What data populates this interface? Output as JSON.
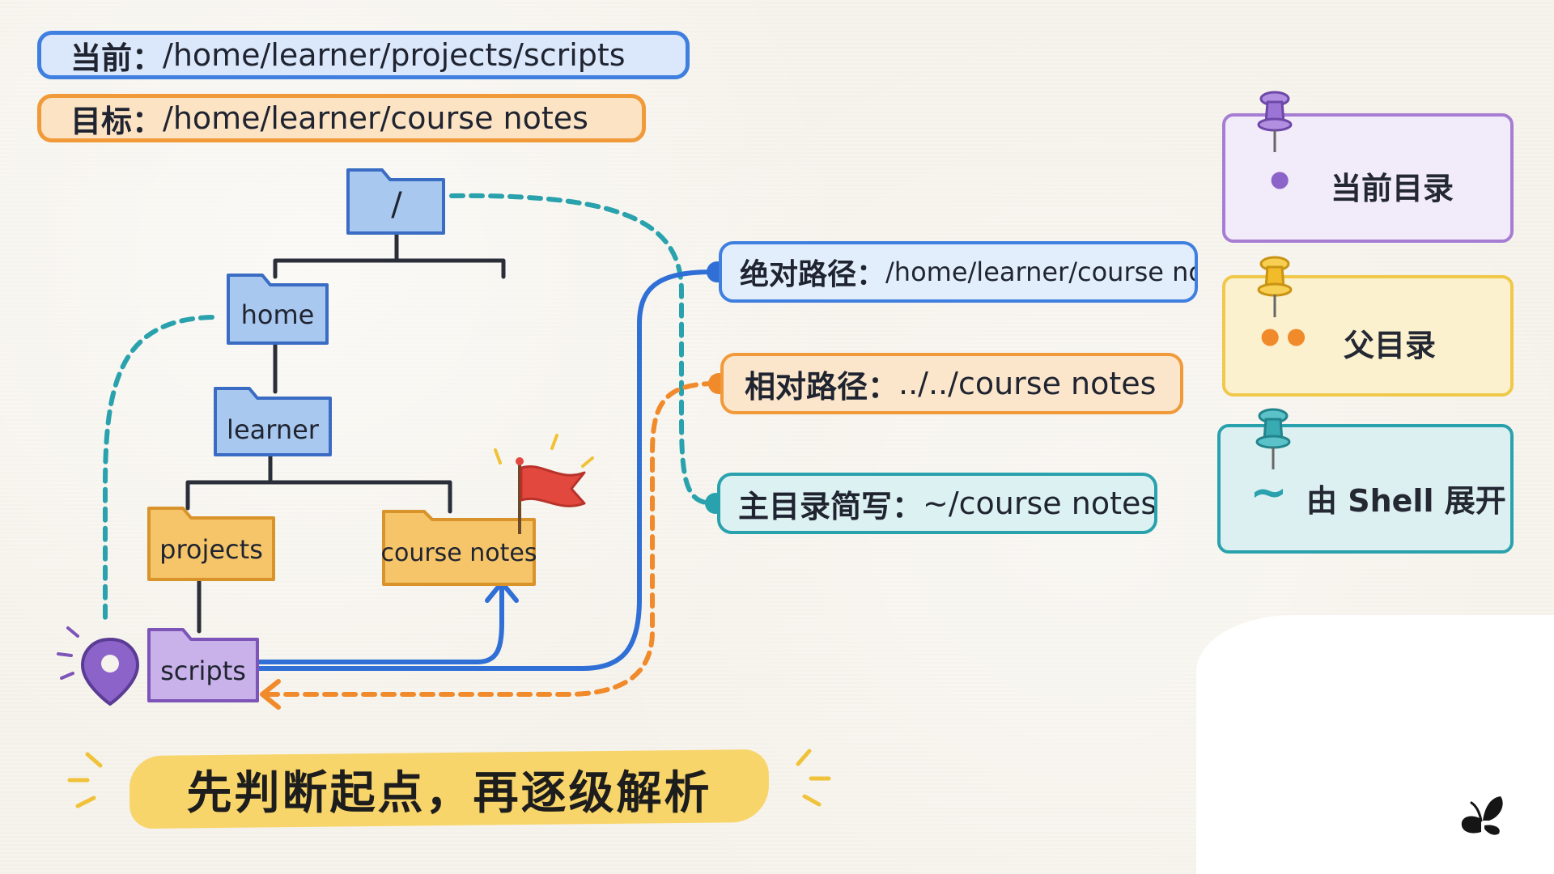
{
  "header": {
    "current": {
      "label": "当前：",
      "path": "/home/learner/projects/scripts"
    },
    "target": {
      "label": "目标：",
      "path": "/home/learner/course notes"
    }
  },
  "tree": {
    "root": "/",
    "home": "home",
    "learner": "learner",
    "projects": "projects",
    "course_notes": "course notes",
    "scripts": "scripts"
  },
  "paths": {
    "absolute": {
      "label": "绝对路径：",
      "value": "/home/learner/course notes"
    },
    "relative": {
      "label": "相对路径：",
      "value": "../../course notes"
    },
    "home_short": {
      "label": "主目录简写：",
      "value": "~/course notes"
    }
  },
  "legend": {
    "current_dir": {
      "symbol": "•",
      "text": "当前目录"
    },
    "parent_dir": {
      "symbol": "••",
      "text": "父目录"
    },
    "tilde": {
      "symbol": "~",
      "text": "由 Shell 展开"
    }
  },
  "summary": "先判断起点，再逐级解析",
  "colors": {
    "blue": "#3f7fe0",
    "orange": "#f09a3a",
    "teal": "#2aa2ad",
    "purple": "#a77dd4",
    "yellow": "#f0c84a",
    "red_flag": "#e2483d"
  },
  "icons": {
    "location": "location-pin-icon",
    "flag": "red-flag-icon",
    "pushpin": "pushpin-icon",
    "logo": "butterfly-logo-icon"
  }
}
